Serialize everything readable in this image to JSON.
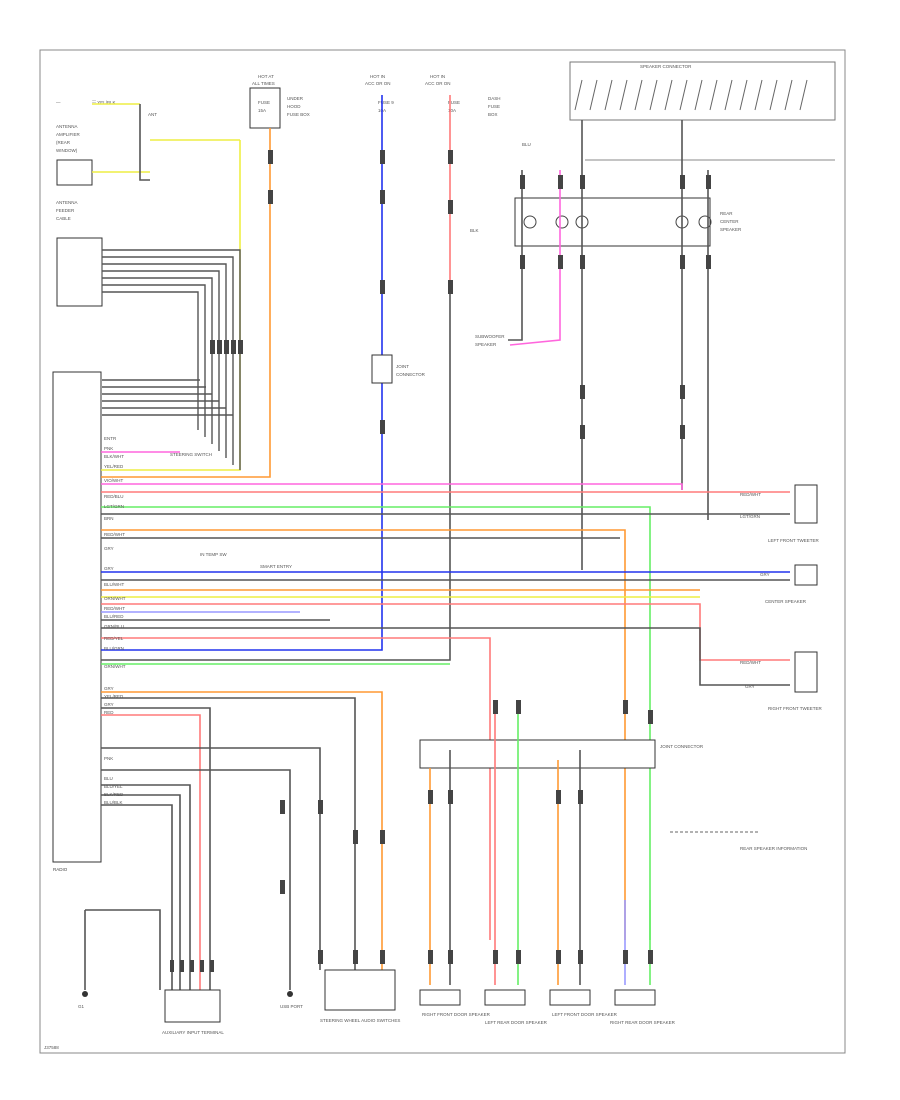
{
  "diagram": {
    "footer_code": "J37588",
    "components": {
      "head_unit": "RADIO",
      "rear_speaker_note": "REAR SPEAKER INFORMATION",
      "lf_door_speaker": "LEFT FRONT DOOR SPEAKER",
      "rf_door_speaker": "RIGHT FRONT DOOR SPEAKER",
      "rear_center": "CENTER SPEAKER",
      "rf_tweeter": "RIGHT FRONT TWEETER",
      "lf_tweeter": "LEFT FRONT TWEETER",
      "lr_door": "LEFT REAR DOOR SPEAKER",
      "rr_door": "RIGHT REAR DOOR SPEAKER",
      "antenna_top": "ANTENNA",
      "subwoofer": "SUBWOOFER",
      "aux_input": "AUXILIARY INPUT TERMINAL",
      "usb": "USB PORT",
      "steering_switch": "STEERING WHEEL AUDIO SWITCHES",
      "ground": "G1",
      "fuse_box": "FUSE BOX",
      "junction": "JOINT CONNECTOR"
    },
    "colors": {
      "pink": "#ff66dd",
      "red": "#ff7a7a",
      "orange": "#ff9933",
      "yellow": "#eeee44",
      "green": "#66ee66",
      "blue": "#2233ee",
      "violet": "#9999ff",
      "gray": "#555555"
    }
  }
}
